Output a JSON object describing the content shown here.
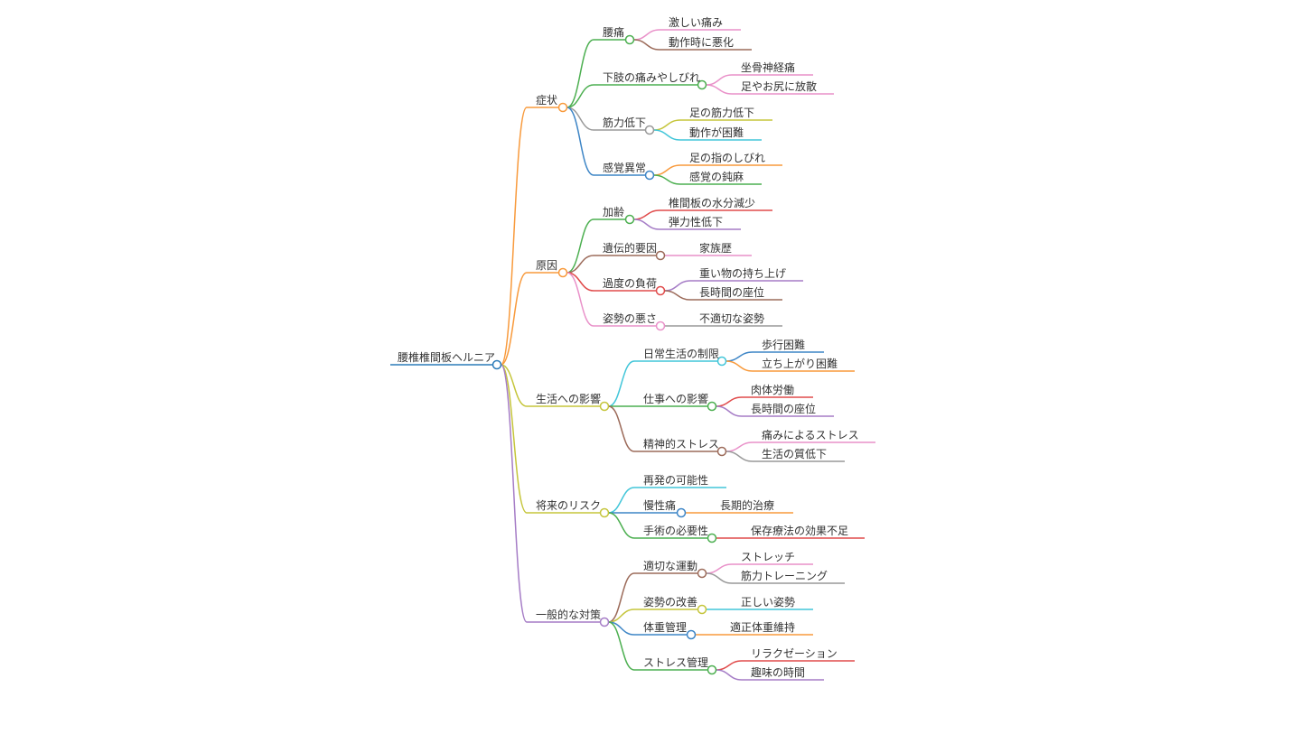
{
  "root": {
    "label": "腰椎椎間板ヘルニア",
    "color": "#2b7bb9",
    "children": [
      {
        "label": "症状",
        "color": "#f89a3c",
        "children": [
          {
            "label": "腰痛",
            "color": "#4caf50",
            "children": [
              {
                "label": "激しい痛み",
                "color": "#e991c9"
              },
              {
                "label": "動作時に悪化",
                "color": "#9c6b5a"
              }
            ]
          },
          {
            "label": "下肢の痛みやしびれ",
            "color": "#4caf50",
            "children": [
              {
                "label": "坐骨神経痛",
                "color": "#e991c9"
              },
              {
                "label": "足やお尻に放散",
                "color": "#e991c9"
              }
            ]
          },
          {
            "label": "筋力低下",
            "color": "#999999",
            "children": [
              {
                "label": "足の筋力低下",
                "color": "#c5c53b"
              },
              {
                "label": "動作が困難",
                "color": "#42c6d9"
              }
            ]
          },
          {
            "label": "感覚異常",
            "color": "#3d85c6",
            "children": [
              {
                "label": "足の指のしびれ",
                "color": "#f89a3c"
              },
              {
                "label": "感覚の鈍麻",
                "color": "#4caf50"
              }
            ]
          }
        ]
      },
      {
        "label": "原因",
        "color": "#f89a3c",
        "children": [
          {
            "label": "加齢",
            "color": "#4caf50",
            "children": [
              {
                "label": "椎間板の水分減少",
                "color": "#e04b4b"
              },
              {
                "label": "弾力性低下",
                "color": "#a57cc6"
              }
            ]
          },
          {
            "label": "遺伝的要因",
            "color": "#9c6b5a",
            "children": [
              {
                "label": "家族歴",
                "color": "#e991c9"
              }
            ]
          },
          {
            "label": "過度の負荷",
            "color": "#e04b4b",
            "children": [
              {
                "label": "重い物の持ち上げ",
                "color": "#a57cc6"
              },
              {
                "label": "長時間の座位",
                "color": "#9c6b5a"
              }
            ]
          },
          {
            "label": "姿勢の悪さ",
            "color": "#e991c9",
            "children": [
              {
                "label": "不適切な姿勢",
                "color": "#999999"
              }
            ]
          }
        ]
      },
      {
        "label": "生活への影響",
        "color": "#c5c53b",
        "children": [
          {
            "label": "日常生活の制限",
            "color": "#42c6d9",
            "children": [
              {
                "label": "歩行困難",
                "color": "#3d85c6"
              },
              {
                "label": "立ち上がり困難",
                "color": "#f89a3c"
              }
            ]
          },
          {
            "label": "仕事への影響",
            "color": "#4caf50",
            "children": [
              {
                "label": "肉体労働",
                "color": "#e04b4b"
              },
              {
                "label": "長時間の座位",
                "color": "#a57cc6"
              }
            ]
          },
          {
            "label": "精神的ストレス",
            "color": "#9c6b5a",
            "children": [
              {
                "label": "痛みによるストレス",
                "color": "#e991c9"
              },
              {
                "label": "生活の質低下",
                "color": "#999999"
              }
            ]
          }
        ]
      },
      {
        "label": "将来のリスク",
        "color": "#c5c53b",
        "children": [
          {
            "label": "再発の可能性",
            "color": "#42c6d9"
          },
          {
            "label": "慢性痛",
            "color": "#3d85c6",
            "children": [
              {
                "label": "長期的治療",
                "color": "#f89a3c"
              }
            ]
          },
          {
            "label": "手術の必要性",
            "color": "#4caf50",
            "children": [
              {
                "label": "保存療法の効果不足",
                "color": "#e04b4b"
              }
            ]
          }
        ]
      },
      {
        "label": "一般的な対策",
        "color": "#a57cc6",
        "children": [
          {
            "label": "適切な運動",
            "color": "#9c6b5a",
            "children": [
              {
                "label": "ストレッチ",
                "color": "#e991c9"
              },
              {
                "label": "筋力トレーニング",
                "color": "#999999"
              }
            ]
          },
          {
            "label": "姿勢の改善",
            "color": "#c5c53b",
            "children": [
              {
                "label": "正しい姿勢",
                "color": "#42c6d9"
              }
            ]
          },
          {
            "label": "体重管理",
            "color": "#3d85c6",
            "children": [
              {
                "label": "適正体重維持",
                "color": "#f89a3c"
              }
            ]
          },
          {
            "label": "ストレス管理",
            "color": "#4caf50",
            "children": [
              {
                "label": "リラクゼーション",
                "color": "#e04b4b"
              },
              {
                "label": "趣味の時間",
                "color": "#a57cc6"
              }
            ]
          }
        ]
      }
    ]
  }
}
